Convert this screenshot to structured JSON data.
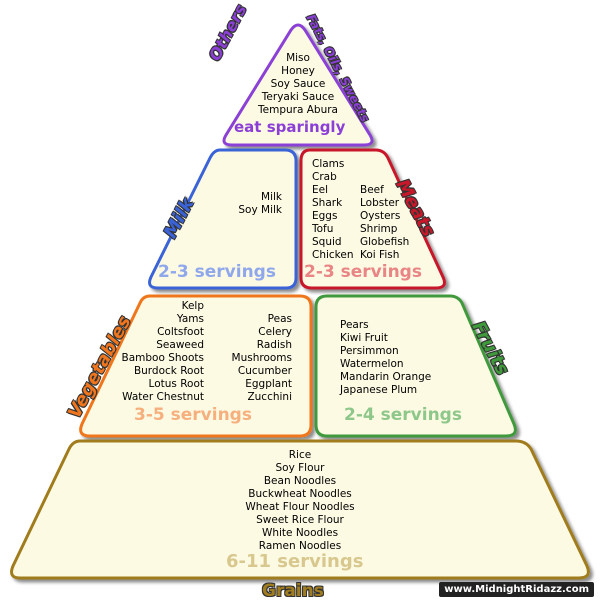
{
  "colors": {
    "others": "#8b3fd6",
    "milk": "#3a63d8",
    "meats": "#c8182a",
    "vegetables": "#f0761e",
    "fruits": "#3f9a3c",
    "grains": "#a07c1e"
  },
  "others": {
    "label": "Others",
    "label2": "Fats, Oils, Sweets",
    "items": [
      "Miso",
      "Honey",
      "Soy Sauce",
      "Teryaki Sauce",
      "Tempura Abura"
    ],
    "servings": "eat sparingly"
  },
  "milk": {
    "label": "Milk",
    "items": [
      "Milk",
      "Soy Milk"
    ],
    "servings": "2-3 servings"
  },
  "meats": {
    "label": "Meats",
    "items_col1": [
      "Clams",
      "Crab",
      "Eel",
      "Shark",
      "Eggs",
      "Tofu",
      "Squid",
      "Chicken"
    ],
    "items_col2": [
      "Beef",
      "Lobster",
      "Oysters",
      "Shrimp",
      "Globefish",
      "Koi Fish"
    ],
    "servings": "2-3 servings"
  },
  "vegetables": {
    "label": "Vegetables",
    "items_col1": [
      "Kelp",
      "Yams",
      "Coltsfoot",
      "Seaweed",
      "Bamboo Shoots",
      "Burdock Root",
      "Lotus Root",
      "Water Chestnut"
    ],
    "items_col2": [
      "Peas",
      "Celery",
      "Radish",
      "Mushrooms",
      "Cucumber",
      "Eggplant",
      "Zucchini"
    ],
    "servings": "3-5 servings"
  },
  "fruits": {
    "label": "Fruits",
    "items": [
      "Pears",
      "Kiwi Fruit",
      "Persimmon",
      "Watermelon",
      "Mandarin Orange",
      "Japanese Plum"
    ],
    "servings": "2-4 servings"
  },
  "grains": {
    "label": "Grains",
    "items": [
      "Rice",
      "Soy Flour",
      "Bean Noodles",
      "Buckwheat Noodles",
      "Wheat Flour Noodles",
      "Sweet Rice Flour",
      "White Noodles",
      "Ramen Noodles"
    ],
    "servings": "6-11 servings"
  },
  "credit": "www.MidnightRidazz.com"
}
